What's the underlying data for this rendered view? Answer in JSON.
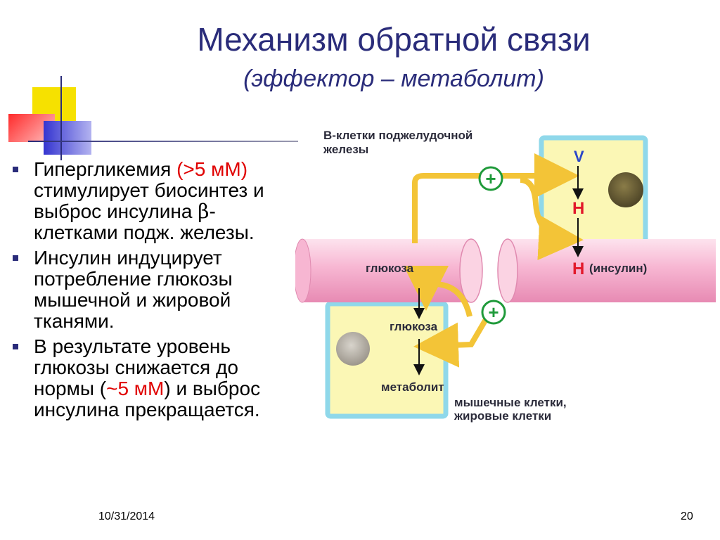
{
  "slide": {
    "title": "Механизм обратной связи",
    "subtitle": "(эффектор – метаболит)",
    "date": "10/31/2014",
    "page_number": "20"
  },
  "bullets": [
    {
      "parts": [
        "Гипергликемия ",
        "(>5 мМ)",
        " стимулирует биосинтез и выброс инсулина ",
        "β",
        "-клетками подж. железы."
      ]
    },
    {
      "text": "Инсулин индуцирует потребление глюкозы мышечной и жировой тканями."
    },
    {
      "parts": [
        "В результате уровень глюкозы снижается до нормы (",
        "~5 мМ",
        ") и выброс инсулина прекращается."
      ]
    }
  ],
  "diagram": {
    "beta_cells_label_line1": "В-клетки поджелудочной",
    "beta_cells_label_line2": "железы",
    "glucose_vessel": "глюкоза",
    "insulin_vessel": "(инсулин)",
    "gene_letter": "V",
    "hormone_letter_1": "Н",
    "hormone_letter_2": "Н",
    "plus_sign": "+",
    "cell_glucose": "глюкоза",
    "cell_metabolite": "метаболит",
    "target_cells_line1": "мышечные клетки,",
    "target_cells_line2": "жировые клетки",
    "colors": {
      "title": "#2a2c7a",
      "accent_red": "#e00000",
      "cell_fill": "#fbf7b5",
      "cell_border": "#8fd8ea",
      "vessel": "#f7b6d2",
      "arrow_yellow": "#f3c437",
      "plus_green": "#1f9a3a",
      "hormone_red": "#e2182a",
      "gene_blue": "#2a46c8"
    }
  }
}
